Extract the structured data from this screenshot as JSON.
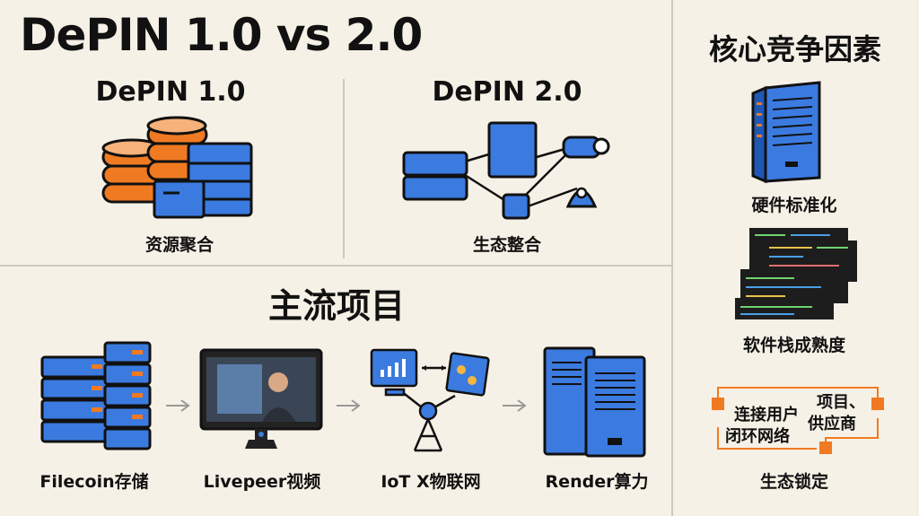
{
  "title": "DePIN 1.0 vs 2.0",
  "left_top": {
    "v1": {
      "heading": "DePIN 1.0",
      "caption": "资源聚合"
    },
    "v2": {
      "heading": "DePIN 2.0",
      "caption": "生态整合"
    }
  },
  "projects": {
    "heading": "主流项目",
    "items": [
      {
        "label": "Filecoin存储"
      },
      {
        "label": "Livepeer视频"
      },
      {
        "label": "IoT X物联网"
      },
      {
        "label": "Render算力"
      }
    ]
  },
  "factors": {
    "heading": "核心竞争因素",
    "items": [
      {
        "label": "硬件标准化"
      },
      {
        "label": "软件栈成熟度"
      },
      {
        "label": "生态锁定"
      }
    ],
    "lock_box": {
      "left_line1": "连接用户",
      "left_line2": "闭环网络",
      "right_line1": "项目、",
      "right_line2": "供应商"
    }
  },
  "colors": {
    "background": "#f6f1e6",
    "blue": "#3b7be0",
    "orange": "#f07a22",
    "dark": "#111111"
  }
}
